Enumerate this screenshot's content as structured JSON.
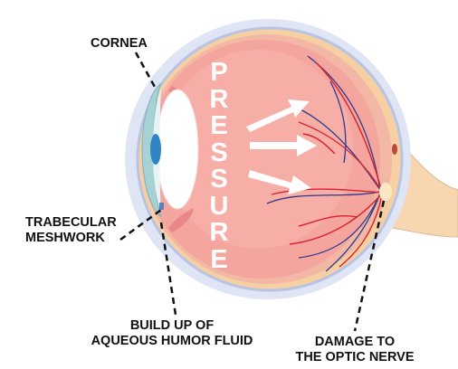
{
  "labels": {
    "cornea": "CORNEA",
    "trabecular_line1": "TRABECULAR",
    "trabecular_line2": "MESHWORK",
    "buildup_line1": "BUILD UP OF",
    "buildup_line2": "AQUEOUS HUMOR FLUID",
    "damage_line1": "DAMAGE TO",
    "damage_line2": "THE OPTIC NERVE"
  },
  "pressure_text": "PRESSURE",
  "colors": {
    "outer_halo": "#dfe5f4",
    "sclera_outline": "#a7b6da",
    "eye_body": "#f4a59d",
    "eye_inner": "#f7b7ae",
    "retina_band": "#f7cfa6",
    "optic_nerve": "#f7d6b0",
    "lens": "#ffffff",
    "cornea": "#a6d2d6",
    "iris": "#2f85c4",
    "vein": "#2e3a8c",
    "artery": "#d9222e",
    "arrow": "#ffffff",
    "leader_line": "#111111"
  }
}
